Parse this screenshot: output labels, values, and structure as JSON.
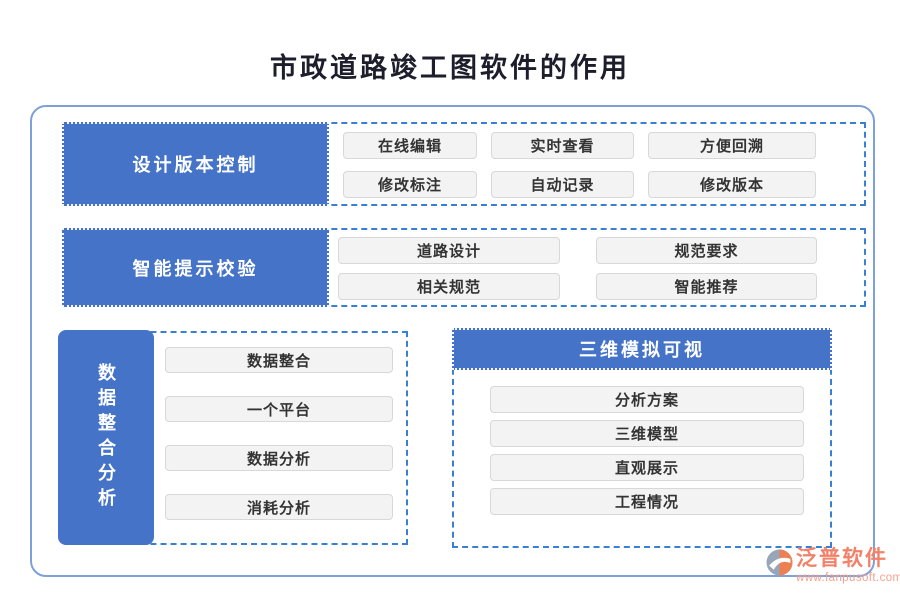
{
  "title": "市政道路竣工图软件的作用",
  "sections": [
    {
      "label": "设计版本控制",
      "items": [
        "在线编辑",
        "实时查看",
        "方便回溯",
        "修改标注",
        "自动记录",
        "修改版本"
      ]
    },
    {
      "label": "智能提示校验",
      "items": [
        "道路设计",
        "规范要求",
        "相关规范",
        "智能推荐"
      ]
    },
    {
      "label": "数据整合分析",
      "items": [
        "数据整合",
        "一个平台",
        "数据分析",
        "消耗分析"
      ]
    },
    {
      "label": "三维模拟可视",
      "items": [
        "分析方案",
        "三维模型",
        "直观展示",
        "工程情况"
      ]
    }
  ],
  "logo": {
    "name": "泛普软件",
    "url": "www.fanpusoft.com",
    "icon": "fanpu-logo-icon"
  },
  "colors": {
    "header_blue": "#4573C8",
    "dash_blue": "#3A80D2",
    "frame_blue": "#7EA0D8",
    "chip_bg": "#F3F3F3",
    "chip_border": "#D8D8D8",
    "chip_text": "#333333",
    "title_text": "#1D1D2B",
    "logo_orange": "#F28169",
    "logo_orange_light": "#F5A08B",
    "logo_gray": "#97A6B9"
  }
}
